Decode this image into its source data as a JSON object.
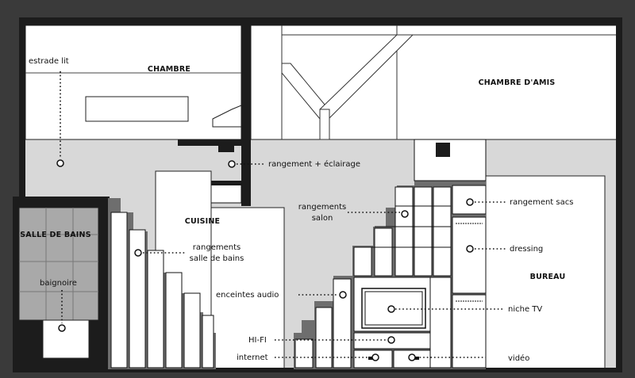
{
  "rooms": {
    "chambre": "CHAMBRE",
    "chambre_amis": "CHAMBRE D'AMIS",
    "salle_de_bains": "SALLE DE BAINS",
    "cuisine": "CUISINE",
    "bureau": "BUREAU"
  },
  "labels": {
    "estrade_lit": "estrade lit",
    "baignoire": "baignoire",
    "rangement_eclairage": "rangement + éclairage",
    "rangements_sdb_1": "rangements",
    "rangements_sdb_2": "salle de bains",
    "rangements_salon_1": "rangements",
    "rangements_salon_2": "salon",
    "enceintes_audio": "enceintes audio",
    "hifi": "HI-FI",
    "internet": "internet",
    "rangement_sacs": "rangement sacs",
    "dressing": "dressing",
    "niche_tv": "niche TV",
    "video": "vidéo"
  },
  "colors": {
    "background": "#3a3a3a",
    "floor": "#d8d8d8",
    "wall": "#1c1c1c",
    "room_fill": "#ffffff",
    "tile_fill": "#a9a9a9"
  }
}
